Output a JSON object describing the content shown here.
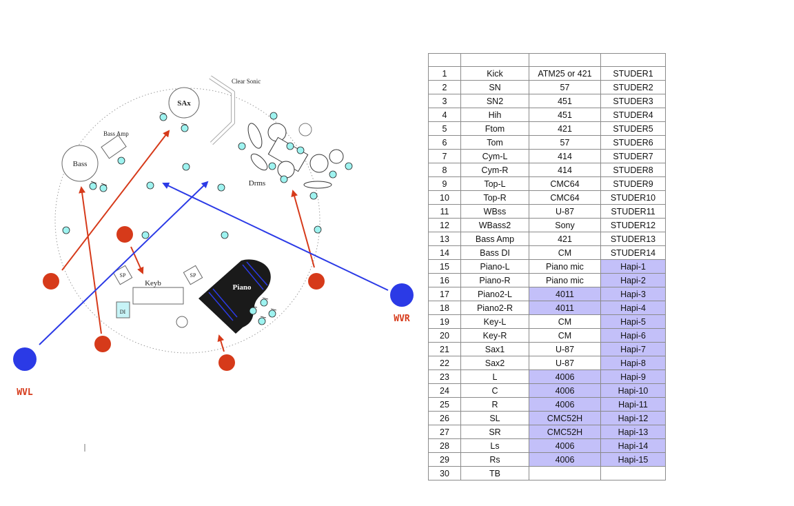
{
  "diagram": {
    "labels": {
      "clear_sonic": "Clear Sonic",
      "sax": "SAx",
      "bass_amp": "Bass Amp",
      "bass": "Bass",
      "drums": "Drms",
      "keyboard": "Keyb",
      "speaker_left": "SP",
      "speaker_right": "SP",
      "di_box": "DI",
      "piano": "Piano",
      "wvl": "WVL",
      "wvr": "WVR"
    },
    "colors": {
      "red_marker": "#d63a1a",
      "blue_marker": "#2b3ae6",
      "mic": "#9ef3f0",
      "piano_body": "#1a1a1a",
      "highlight_cell": "#c3c0f9",
      "wvl_label": "#d63a1a",
      "wvr_label": "#d63a1a"
    }
  },
  "table": {
    "header": [
      "",
      "",
      "",
      ""
    ],
    "rows": [
      {
        "no": "1",
        "source": "Kick",
        "mic": "ATM25 or 421",
        "input": "STUDER1",
        "mic_hl": false,
        "input_hl": false
      },
      {
        "no": "2",
        "source": "SN",
        "mic": "57",
        "input": "STUDER2",
        "mic_hl": false,
        "input_hl": false
      },
      {
        "no": "3",
        "source": "SN2",
        "mic": "451",
        "input": "STUDER3",
        "mic_hl": false,
        "input_hl": false
      },
      {
        "no": "4",
        "source": "Hih",
        "mic": "451",
        "input": "STUDER4",
        "mic_hl": false,
        "input_hl": false
      },
      {
        "no": "5",
        "source": "Ftom",
        "mic": "421",
        "input": "STUDER5",
        "mic_hl": false,
        "input_hl": false
      },
      {
        "no": "6",
        "source": "Tom",
        "mic": "57",
        "input": "STUDER6",
        "mic_hl": false,
        "input_hl": false
      },
      {
        "no": "7",
        "source": "Cym-L",
        "mic": "414",
        "input": "STUDER7",
        "mic_hl": false,
        "input_hl": false
      },
      {
        "no": "8",
        "source": "Cym-R",
        "mic": "414",
        "input": "STUDER8",
        "mic_hl": false,
        "input_hl": false
      },
      {
        "no": "9",
        "source": "Top-L",
        "mic": "CMC64",
        "input": "STUDER9",
        "mic_hl": false,
        "input_hl": false
      },
      {
        "no": "10",
        "source": "Top-R",
        "mic": "CMC64",
        "input": "STUDER10",
        "mic_hl": false,
        "input_hl": false
      },
      {
        "no": "11",
        "source": "WBss",
        "mic": "U-87",
        "input": "STUDER11",
        "mic_hl": false,
        "input_hl": false
      },
      {
        "no": "12",
        "source": "WBass2",
        "mic": "Sony",
        "input": "STUDER12",
        "mic_hl": false,
        "input_hl": false
      },
      {
        "no": "13",
        "source": "Bass Amp",
        "mic": "421",
        "input": "STUDER13",
        "mic_hl": false,
        "input_hl": false
      },
      {
        "no": "14",
        "source": "Bass DI",
        "mic": "CM",
        "input": "STUDER14",
        "mic_hl": false,
        "input_hl": false
      },
      {
        "no": "15",
        "source": "Piano-L",
        "mic": "Piano mic",
        "input": "Hapi-1",
        "mic_hl": false,
        "input_hl": true
      },
      {
        "no": "16",
        "source": "Piano-R",
        "mic": "Piano mic",
        "input": "Hapi-2",
        "mic_hl": false,
        "input_hl": true
      },
      {
        "no": "17",
        "source": "Piano2-L",
        "mic": "4011",
        "input": "Hapi-3",
        "mic_hl": true,
        "input_hl": true
      },
      {
        "no": "18",
        "source": "Piano2-R",
        "mic": "4011",
        "input": "Hapi-4",
        "mic_hl": true,
        "input_hl": true
      },
      {
        "no": "19",
        "source": "Key-L",
        "mic": "CM",
        "input": "Hapi-5",
        "mic_hl": false,
        "input_hl": true
      },
      {
        "no": "20",
        "source": "Key-R",
        "mic": "CM",
        "input": "Hapi-6",
        "mic_hl": false,
        "input_hl": true
      },
      {
        "no": "21",
        "source": "Sax1",
        "mic": "U-87",
        "input": "Hapi-7",
        "mic_hl": false,
        "input_hl": true
      },
      {
        "no": "22",
        "source": "Sax2",
        "mic": "U-87",
        "input": "Hapi-8",
        "mic_hl": false,
        "input_hl": true
      },
      {
        "no": "23",
        "source": "L",
        "mic": "4006",
        "input": "Hapi-9",
        "mic_hl": true,
        "input_hl": true
      },
      {
        "no": "24",
        "source": "C",
        "mic": "4006",
        "input": "Hapi-10",
        "mic_hl": true,
        "input_hl": true
      },
      {
        "no": "25",
        "source": "R",
        "mic": "4006",
        "input": "Hapi-11",
        "mic_hl": true,
        "input_hl": true
      },
      {
        "no": "26",
        "source": "SL",
        "mic": "CMC52H",
        "input": "Hapi-12",
        "mic_hl": true,
        "input_hl": true
      },
      {
        "no": "27",
        "source": "SR",
        "mic": "CMC52H",
        "input": "Hapi-13",
        "mic_hl": true,
        "input_hl": true
      },
      {
        "no": "28",
        "source": "Ls",
        "mic": "4006",
        "input": "Hapi-14",
        "mic_hl": true,
        "input_hl": true
      },
      {
        "no": "29",
        "source": "Rs",
        "mic": "4006",
        "input": "Hapi-15",
        "mic_hl": true,
        "input_hl": true
      },
      {
        "no": "30",
        "source": "TB",
        "mic": "",
        "input": "",
        "mic_hl": false,
        "input_hl": false
      }
    ]
  }
}
